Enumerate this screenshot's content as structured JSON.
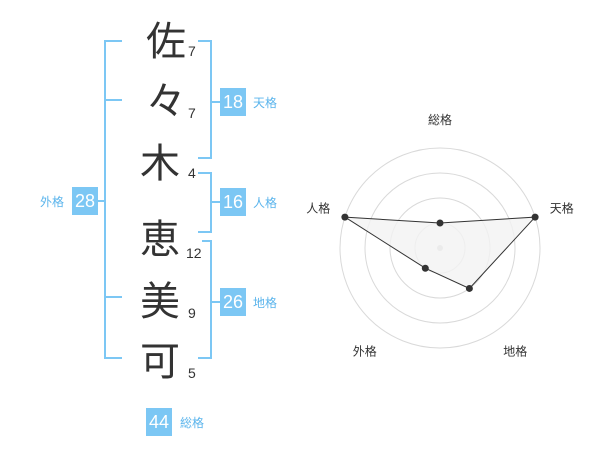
{
  "name_chars": [
    {
      "char": "佐",
      "strokes": "7"
    },
    {
      "char": "々",
      "strokes": "7"
    },
    {
      "char": "木",
      "strokes": "4"
    },
    {
      "char": "恵",
      "strokes": "12"
    },
    {
      "char": "美",
      "strokes": "9"
    },
    {
      "char": "可",
      "strokes": "5"
    }
  ],
  "kaku": {
    "tenkaku": {
      "label": "天格",
      "value": "18"
    },
    "jinkaku": {
      "label": "人格",
      "value": "16"
    },
    "chikaku": {
      "label": "地格",
      "value": "26"
    },
    "gaikaku": {
      "label": "外格",
      "value": "28"
    },
    "soukaku": {
      "label": "総格",
      "value": "44"
    }
  },
  "colors": {
    "accent": "#7cc7f4",
    "accent_text": "#5ab4ec"
  },
  "chart_data": {
    "type": "radar",
    "axes": [
      "総格",
      "天格",
      "地格",
      "外格",
      "人格"
    ],
    "values": [
      1,
      4,
      2,
      1,
      4
    ],
    "max": 4,
    "rings": 4,
    "fill": "#f2f2f2",
    "line_color": "#333333"
  }
}
